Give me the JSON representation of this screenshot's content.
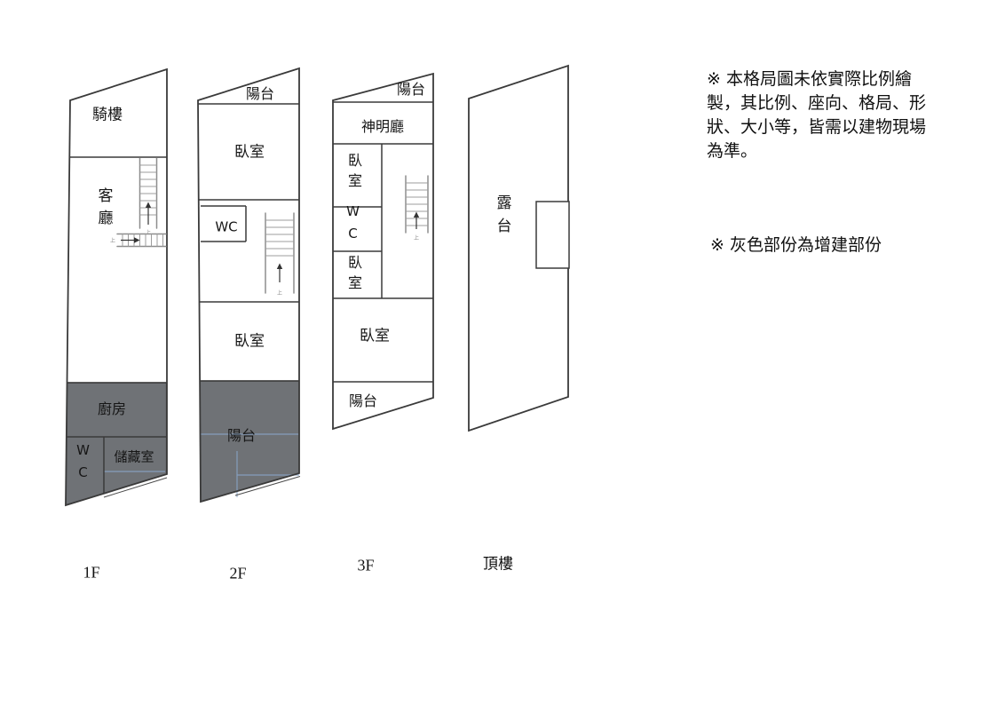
{
  "notes": {
    "disclaimer": "※ 本格局圖未依實際比例繪\n製，其比例、座向、格局、形\n狀、大小等，皆需以建物現場\n為準。",
    "gray_legend": "※ 灰色部份為增建部份"
  },
  "colors": {
    "addition_gray": "#6F7276",
    "hidden_line": "#8BA6C9"
  },
  "stair_up_label": "上",
  "floors": [
    {
      "label": "1F",
      "rooms": {
        "arcade": "騎樓",
        "living_room": "客廳",
        "kitchen": "廚房",
        "wc": "WC",
        "storage": "儲藏室"
      }
    },
    {
      "label": "2F",
      "rooms": {
        "front_balcony": "陽台",
        "bedroom_front": "臥室",
        "wc": "WC",
        "bedroom_rear": "臥室",
        "rear_balcony": "陽台"
      }
    },
    {
      "label": "3F",
      "rooms": {
        "front_balcony": "陽台",
        "shrine_hall": "神明廳",
        "bedroom_a": "臥室",
        "wc": "WC",
        "bedroom_b": "臥室",
        "bedroom_c": "臥室",
        "rear_balcony": "陽台"
      }
    },
    {
      "label": "頂樓",
      "rooms": {
        "roof_terrace": "露台"
      }
    }
  ]
}
